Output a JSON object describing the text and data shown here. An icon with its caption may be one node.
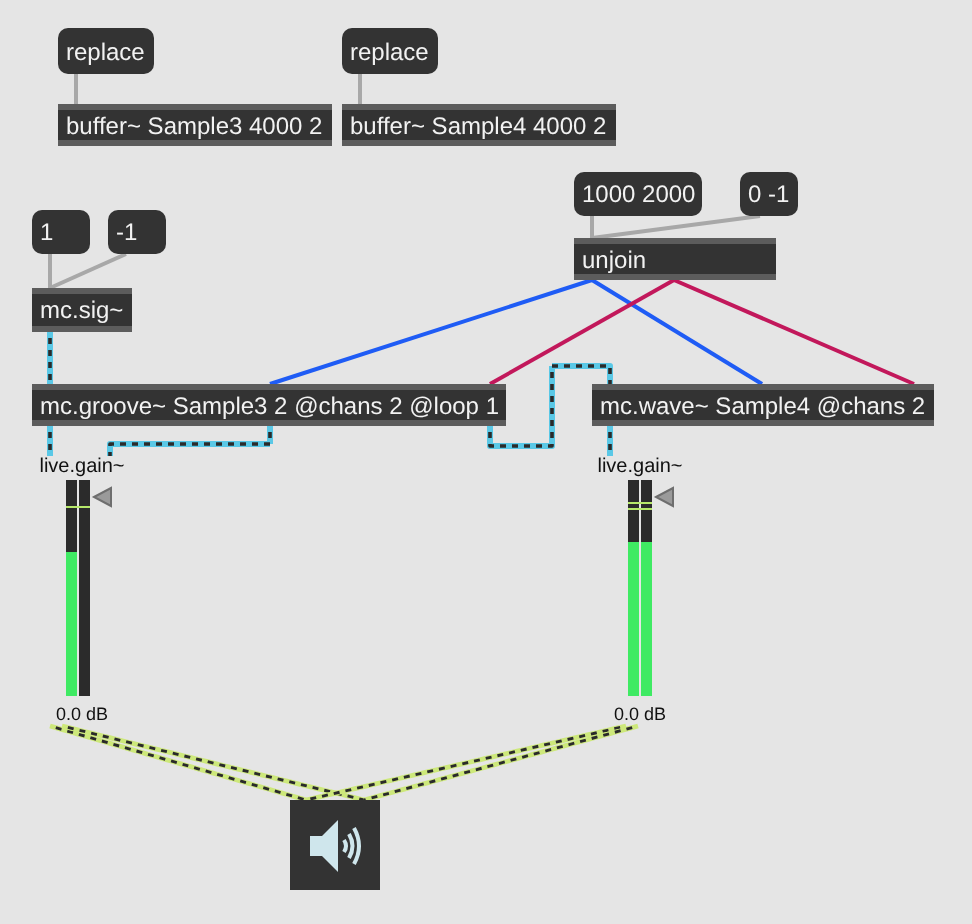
{
  "diagram": {
    "nodes": [
      {
        "text": [
          "replace"
        ]
      },
      {
        "text": [
          "replace"
        ]
      },
      {
        "text": [
          "buffer~ Sample3 4000 2"
        ]
      },
      {
        "text": [
          "buffer~ Sample4 4000 2"
        ]
      },
      {
        "text": [
          "1"
        ]
      },
      {
        "text": [
          "-1"
        ]
      },
      {
        "text": [
          "mc.sig~"
        ]
      },
      {
        "text": [
          "1000 2000"
        ]
      },
      {
        "text": [
          "0 -1"
        ]
      },
      {
        "text": [
          "unjoin"
        ]
      },
      {
        "text": [
          "mc.groove~ Sample3 2 @chans 2 @loop 1"
        ]
      },
      {
        "text": [
          "mc.wave~ Sample4 @chans 2"
        ]
      },
      {
        "text": [
          "live.gain~",
          "0.0 dB"
        ]
      },
      {
        "text": [
          "live.gain~",
          "0.0 dB"
        ]
      },
      {
        "text": [],
        "shape": "speaker"
      }
    ],
    "edges": [
      {
        "from": 0,
        "to": 2,
        "arrow": "none"
      },
      {
        "from": 1,
        "to": 3,
        "arrow": "none"
      },
      {
        "from": 4,
        "to": 6,
        "arrow": "none"
      },
      {
        "from": 5,
        "to": 6,
        "arrow": "none"
      },
      {
        "from": 6,
        "to": 10,
        "arrow": "none",
        "style": "dashed",
        "color": "#5ac8e6"
      },
      {
        "from": 7,
        "to": 9,
        "arrow": "none"
      },
      {
        "from": 8,
        "to": 9,
        "arrow": "none"
      },
      {
        "from": 9,
        "to": 10,
        "arrow": "none",
        "color": "#1f5cf5"
      },
      {
        "from": 9,
        "to": 11,
        "arrow": "none",
        "color": "#1f5cf5"
      },
      {
        "from": 9,
        "to": 10,
        "arrow": "none",
        "color": "#c2185b"
      },
      {
        "from": 9,
        "to": 11,
        "arrow": "none",
        "color": "#c2185b"
      },
      {
        "from": 10,
        "to": 12,
        "arrow": "none",
        "style": "dashed",
        "color": "#5ac8e6"
      },
      {
        "from": 10,
        "to": 12,
        "arrow": "none",
        "style": "dashed",
        "color": "#5ac8e6"
      },
      {
        "from": 10,
        "to": 11,
        "arrow": "none",
        "style": "dashed",
        "color": "#5ac8e6"
      },
      {
        "from": 11,
        "to": 13,
        "arrow": "none",
        "style": "dashed",
        "color": "#5ac8e6"
      },
      {
        "from": 12,
        "to": 14,
        "arrow": "none",
        "style": "dashed",
        "color": "#cde87a"
      },
      {
        "from": 12,
        "to": 14,
        "arrow": "none",
        "style": "dashed",
        "color": "#cde87a"
      },
      {
        "from": 13,
        "to": 14,
        "arrow": "none",
        "style": "dashed",
        "color": "#cde87a"
      },
      {
        "from": 13,
        "to": 14,
        "arrow": "none",
        "style": "dashed",
        "color": "#cde87a"
      }
    ]
  }
}
